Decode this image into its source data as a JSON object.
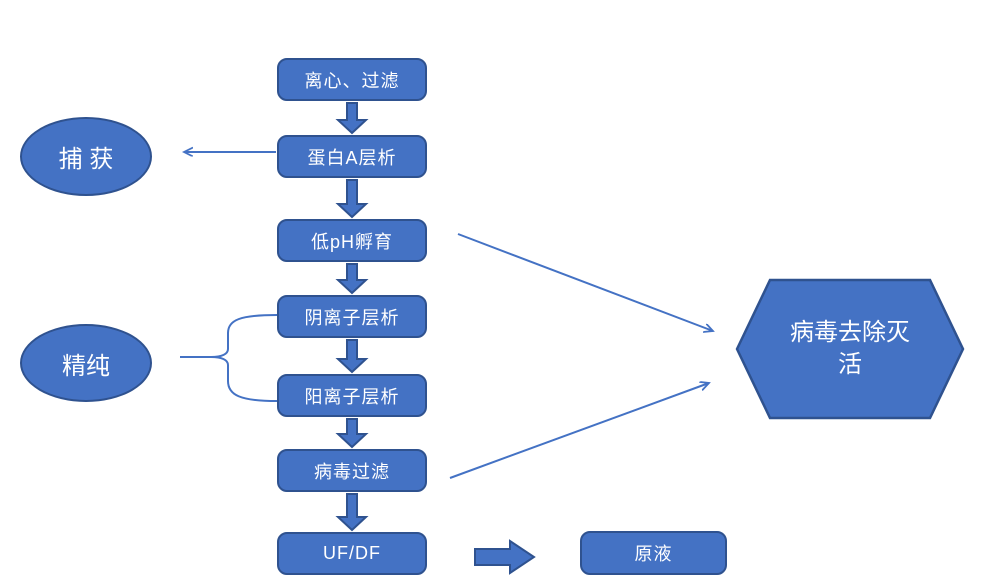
{
  "diagram": {
    "process_steps": [
      {
        "id": "centrifugation-filtration",
        "label": "离心、过滤"
      },
      {
        "id": "protein-a-chromatography",
        "label": "蛋白A层析"
      },
      {
        "id": "low-ph-incubation",
        "label": "低pH孵育"
      },
      {
        "id": "anion-exchange-chromatography",
        "label": "阴离子层析"
      },
      {
        "id": "cation-exchange-chromatography",
        "label": "阳离子层析"
      },
      {
        "id": "virus-filtration",
        "label": "病毒过滤"
      },
      {
        "id": "uf-df",
        "label": "UF/DF"
      }
    ],
    "stage_labels": [
      {
        "id": "capture",
        "label": "捕 获"
      },
      {
        "id": "polishing",
        "label": "精纯"
      }
    ],
    "virus_hexagon": {
      "label": "病毒去除灭活"
    },
    "output_box": {
      "label": "原液"
    },
    "colors": {
      "shape_fill": "#4472C4",
      "shape_border": "#2F528F",
      "shape_text": "#FFFFFF",
      "connector": "#4472C4",
      "background": "#FFFFFF"
    },
    "connections": [
      {
        "from": "离心、过滤",
        "to": "蛋白A层析",
        "style": "block-arrow-down"
      },
      {
        "from": "蛋白A层析",
        "to": "捕 获",
        "style": "thin-arrow-left"
      },
      {
        "from": "蛋白A层析",
        "to": "低pH孵育",
        "style": "block-arrow-down"
      },
      {
        "from": "低pH孵育",
        "to": "阴离子层析",
        "style": "block-arrow-down"
      },
      {
        "from": "低pH孵育",
        "to": "病毒去除灭活",
        "style": "thin-arrow-diagonal"
      },
      {
        "from": "阴离子层析",
        "to": "阳离子层析",
        "style": "block-arrow-down"
      },
      {
        "from": "精纯",
        "to": "阴离子层析 / 阳离子层析",
        "style": "brace"
      },
      {
        "from": "阳离子层析",
        "to": "病毒过滤",
        "style": "block-arrow-down"
      },
      {
        "from": "病毒过滤",
        "to": "病毒去除灭活",
        "style": "thin-arrow-diagonal"
      },
      {
        "from": "病毒过滤",
        "to": "UF/DF",
        "style": "block-arrow-down"
      },
      {
        "from": "UF/DF",
        "to": "原液",
        "style": "block-arrow-right"
      }
    ]
  }
}
